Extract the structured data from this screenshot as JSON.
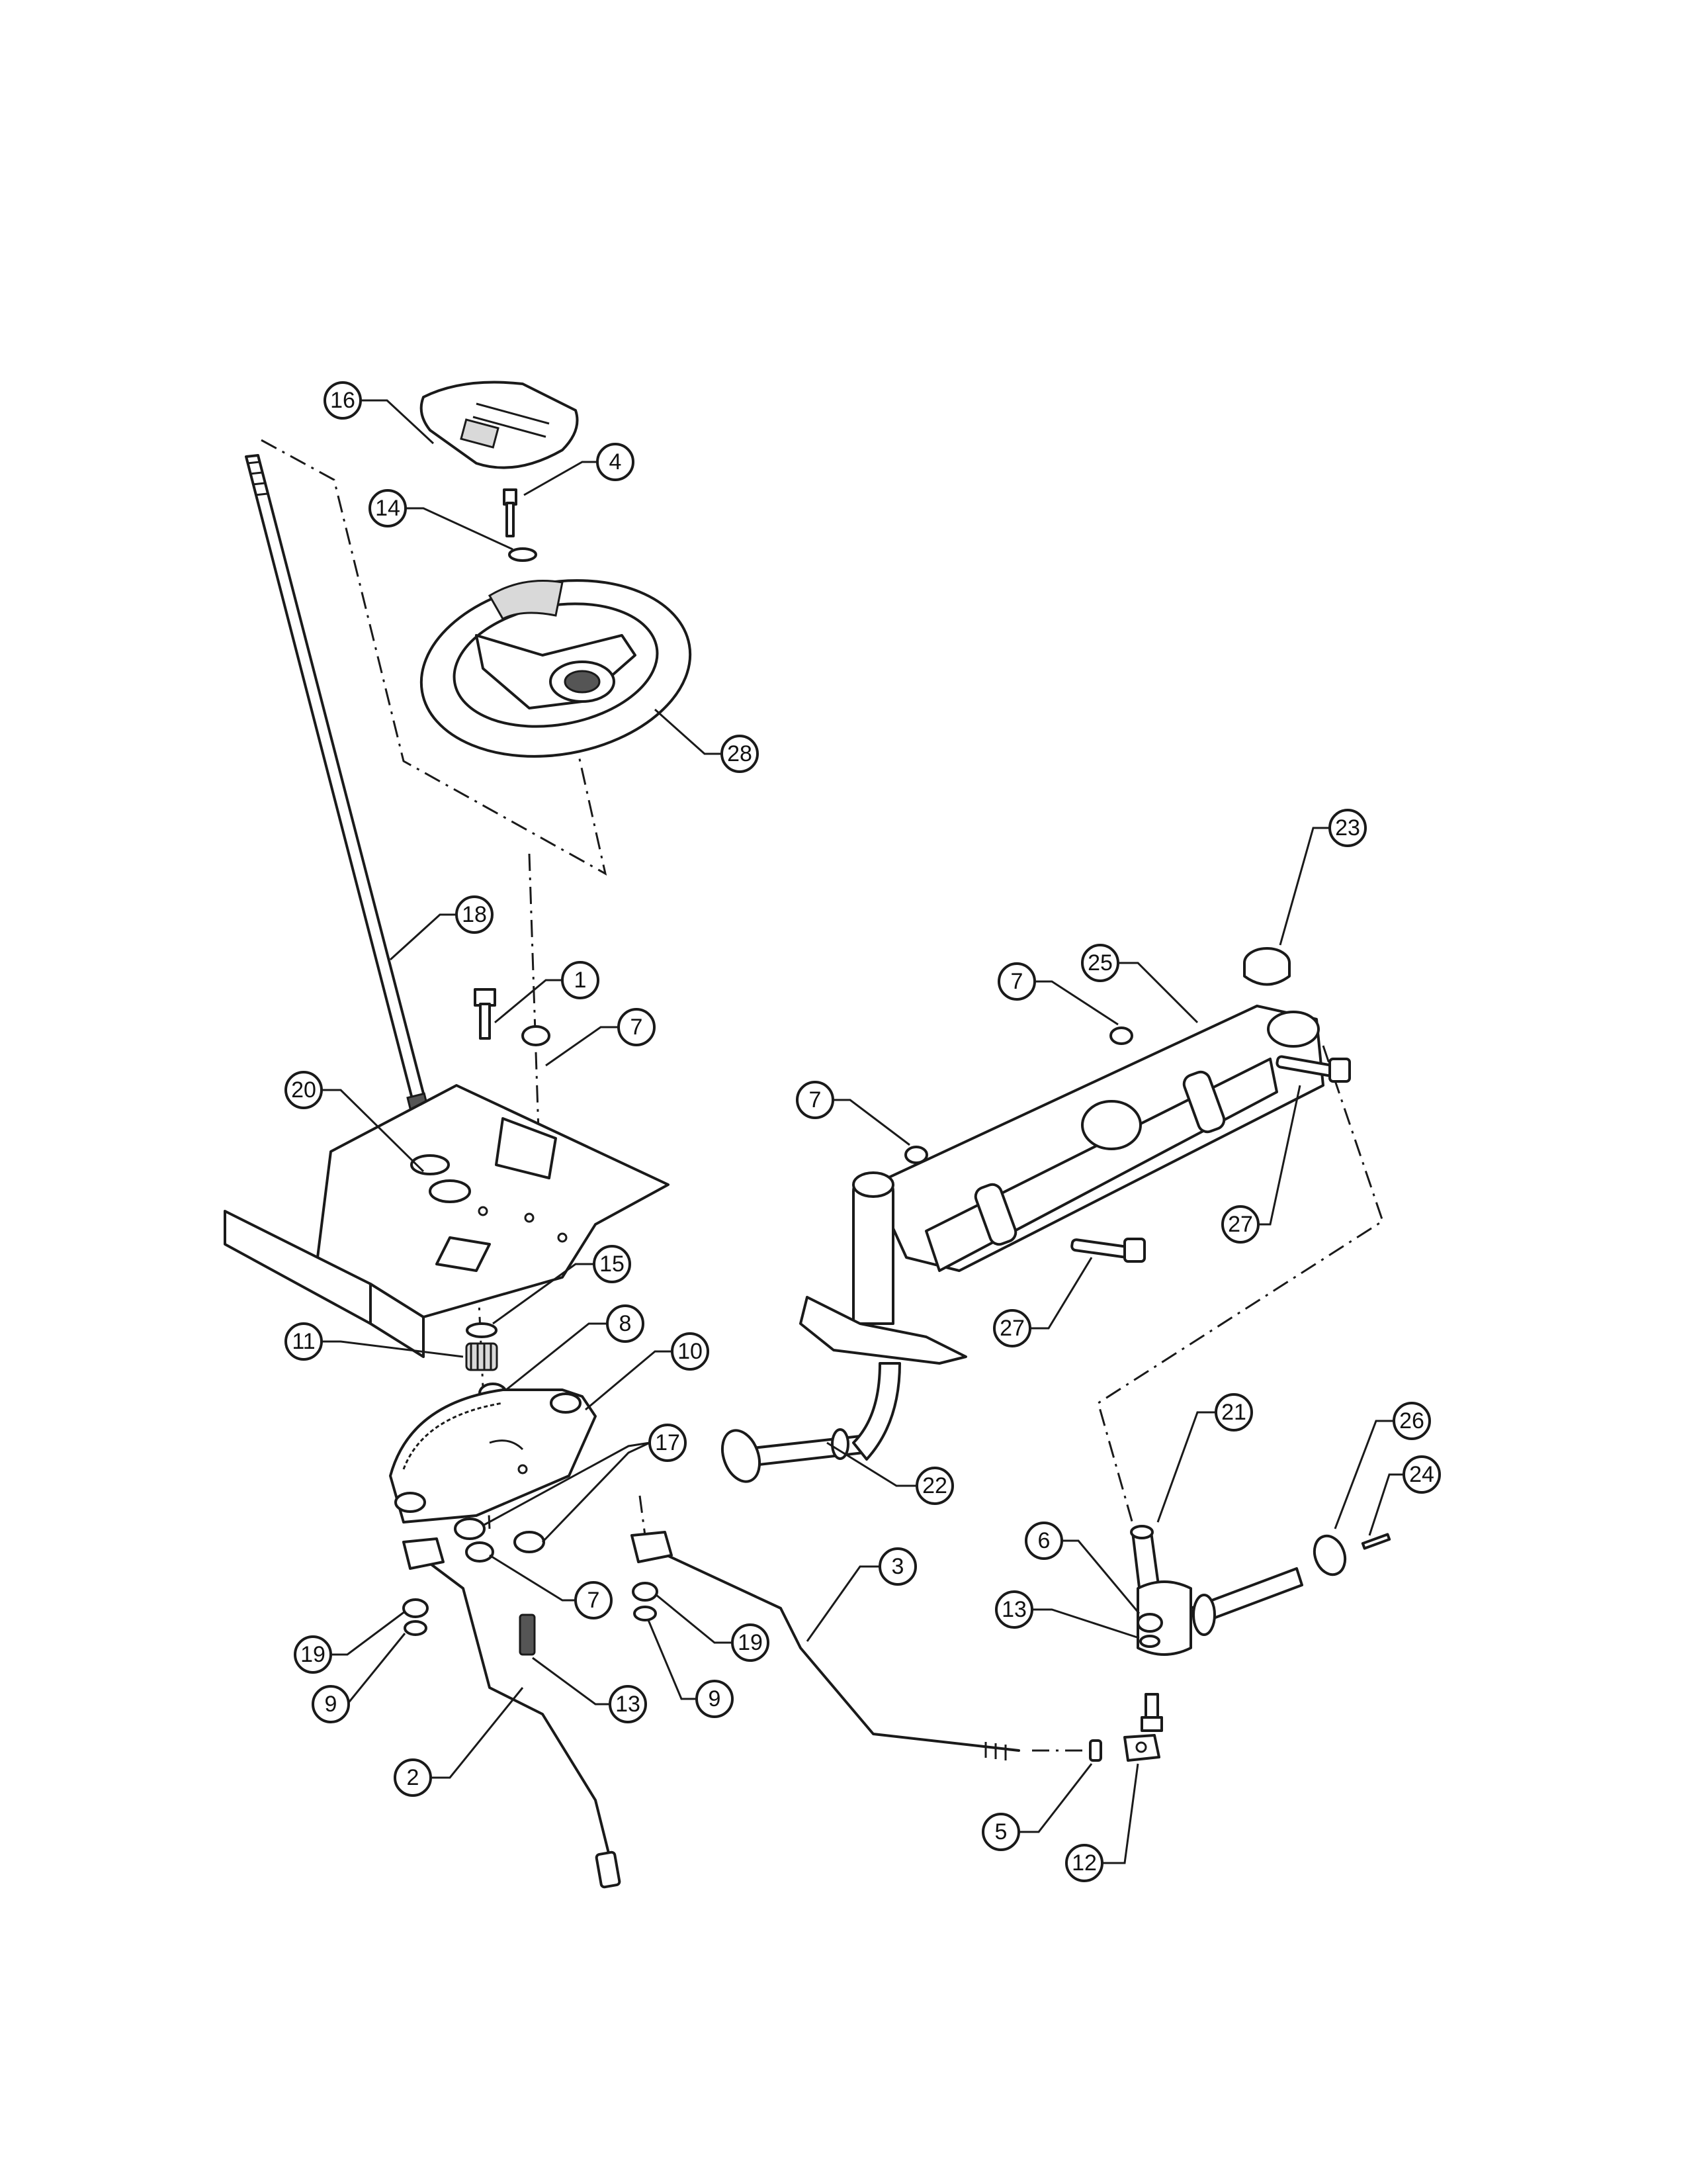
{
  "callouts": [
    {
      "label": "16"
    },
    {
      "label": "4"
    },
    {
      "label": "14"
    },
    {
      "label": "28"
    },
    {
      "label": "18"
    },
    {
      "label": "1"
    },
    {
      "label": "7"
    },
    {
      "label": "20"
    },
    {
      "label": "15"
    },
    {
      "label": "11"
    },
    {
      "label": "8"
    },
    {
      "label": "10"
    },
    {
      "label": "17"
    },
    {
      "label": "7"
    },
    {
      "label": "19"
    },
    {
      "label": "9"
    },
    {
      "label": "13"
    },
    {
      "label": "2"
    },
    {
      "label": "19"
    },
    {
      "label": "9"
    },
    {
      "label": "3"
    },
    {
      "label": "23"
    },
    {
      "label": "7"
    },
    {
      "label": "25"
    },
    {
      "label": "7"
    },
    {
      "label": "27"
    },
    {
      "label": "27"
    },
    {
      "label": "22"
    },
    {
      "label": "21"
    },
    {
      "label": "26"
    },
    {
      "label": "24"
    },
    {
      "label": "6"
    },
    {
      "label": "13"
    },
    {
      "label": "5"
    },
    {
      "label": "12"
    }
  ]
}
